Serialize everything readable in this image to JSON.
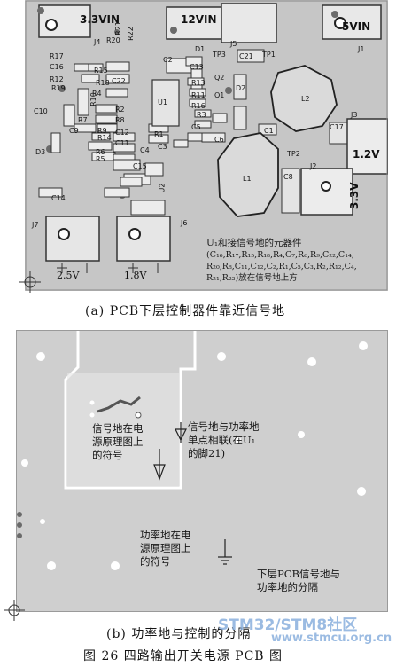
{
  "panel_a": {
    "rails": {
      "v33": "3.3VIN",
      "v12": "12VIN",
      "v5": "5VIN"
    },
    "side_voltages": {
      "v12": "1.2V",
      "v33": "3.3V"
    },
    "bottom_voltages": {
      "v25": "2.5V",
      "v18": "1.8V"
    },
    "refs": {
      "r20": "R20",
      "r21": "R21",
      "r22": "R22",
      "r17": "R17",
      "c16": "C16",
      "r15": "R15",
      "r12": "R12",
      "r18": "R18",
      "c22": "C22",
      "r19": "R19",
      "r10": "R10",
      "r4": "R4",
      "c10": "C10",
      "r7": "R7",
      "r9": "R9",
      "c9": "C9",
      "r2": "R2",
      "r8": "R8",
      "r6": "R6",
      "r14": "R14",
      "c12": "C12",
      "r5": "R5",
      "c11": "C11",
      "r1": "R1",
      "c3": "C3",
      "c4": "C4",
      "c2": "C2",
      "c5": "C5",
      "c6": "C6",
      "c8": "C8",
      "c13": "C13",
      "c14": "C14",
      "c15": "C15",
      "c17": "C17",
      "c21": "C21",
      "c1": "C1",
      "d1": "D1",
      "d2": "D2",
      "d3": "D3",
      "r3": "R3",
      "r11": "R11",
      "r13": "R13",
      "r16": "R16",
      "u1": "U1",
      "u2": "U2",
      "l1": "L1",
      "l2": "L2",
      "j1": "J1",
      "j2": "J2",
      "j3": "J3",
      "j4": "J4",
      "j5": "J5",
      "j6": "J6",
      "j7": "J7",
      "tp1": "TP1",
      "tp2": "TP2",
      "tp3": "TP3",
      "q2": "Q2",
      "q1": "Q1"
    },
    "note": {
      "line1": "U₁和接信号地的元器件",
      "line2": "(C₁₆,R₁₇,R₁₅,R₁₈,R₄,C₇,R₆,R₉,C₂₂,C₁₄,",
      "line3": "R₂₀,R₈,C₁₁,C₁₂,C₂,R₁,C₅,C₃,R₂,R₁₂,C₄,",
      "line4": "R₂₁,R₂₂)放在信号地上方"
    },
    "caption": "(a)  PCB下层控制器件靠近信号地"
  },
  "panel_b": {
    "note_signal": {
      "l1": "信号地在电",
      "l2": "源原理图上",
      "l3": "的符号"
    },
    "note_single_point": {
      "l1": "信号地与功率地",
      "l2": "单点相联(在U₁",
      "l3": "的脚21)"
    },
    "note_power": {
      "l1": "功率地在电",
      "l2": "源原理图上",
      "l3": "的符号"
    },
    "note_split": {
      "l1": "下层PCB信号地与",
      "l2": "功率地的分隔"
    },
    "caption": "(b)  功率地与控制的分隔"
  },
  "watermark": {
    "main": "STM32/STM8社区",
    "sub": "www.stmcu.org.cn"
  },
  "figure_title": "图 26   四路输出开关电源 PCB 图"
}
